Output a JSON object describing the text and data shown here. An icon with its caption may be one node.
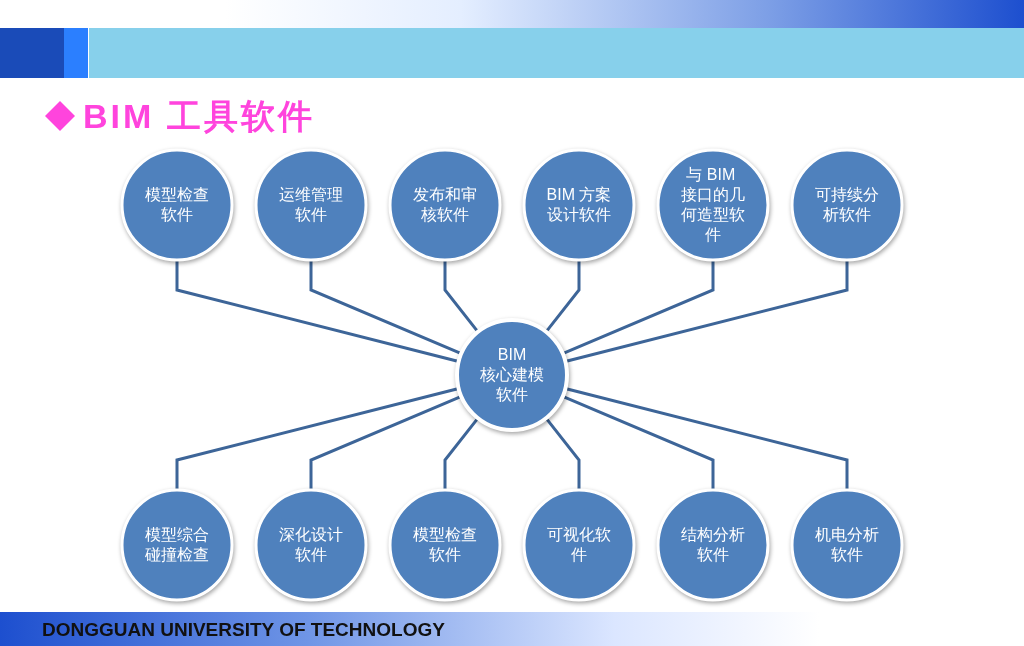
{
  "diagram": {
    "title": "BIM 工具软件",
    "nodes": [
      {
        "text": [
          "BIM",
          "核心建模软件"
        ]
      },
      {
        "text": [
          "BIM 方案设计软件"
        ]
      },
      {
        "text": [
          "与 BIM 接口的几何造型软件"
        ]
      },
      {
        "text": [
          "可持续分析软件"
        ]
      },
      {
        "text": [
          "机电分析软件"
        ]
      },
      {
        "text": [
          "结构分析软件"
        ]
      },
      {
        "text": [
          "可视化软件"
        ]
      },
      {
        "text": [
          "模型检查软件"
        ]
      },
      {
        "text": [
          "深化设计软件"
        ]
      },
      {
        "text": [
          "模型综合碰撞检查"
        ]
      },
      {
        "text": [
          "模型检查软件"
        ]
      },
      {
        "text": [
          "运维管理软件"
        ]
      },
      {
        "text": [
          "发布和审核软件"
        ]
      }
    ],
    "edges": [
      {
        "from": 10,
        "to": 0,
        "arrow": "none"
      },
      {
        "from": 11,
        "to": 0,
        "arrow": "none"
      },
      {
        "from": 12,
        "to": 0,
        "arrow": "none"
      },
      {
        "from": 1,
        "to": 0,
        "arrow": "none"
      },
      {
        "from": 2,
        "to": 0,
        "arrow": "none"
      },
      {
        "from": 3,
        "to": 0,
        "arrow": "none"
      },
      {
        "from": 0,
        "to": 9,
        "arrow": "none"
      },
      {
        "from": 0,
        "to": 8,
        "arrow": "none"
      },
      {
        "from": 0,
        "to": 7,
        "arrow": "none"
      },
      {
        "from": 0,
        "to": 6,
        "arrow": "none"
      },
      {
        "from": 0,
        "to": 5,
        "arrow": "none"
      },
      {
        "from": 0,
        "to": 4,
        "arrow": "none"
      }
    ],
    "labels": [
      "DONGGUAN UNIVERSITY OF TECHNOLOGY"
    ]
  }
}
